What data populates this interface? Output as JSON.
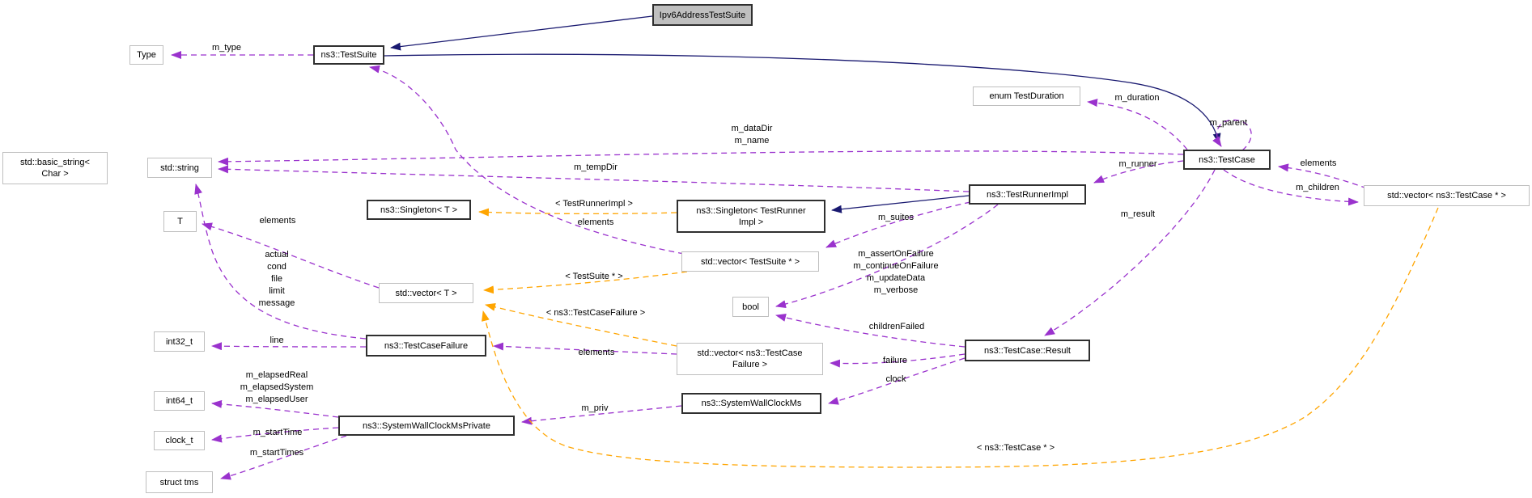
{
  "diagram": {
    "kind": "doxygen-collaboration-graph",
    "colors": {
      "usage_edge": "#9a32cd",
      "template_edge": "#ffa500",
      "inheritance_edge": "#191970",
      "plain_node_border": "#bfbfbf",
      "emphasized_node_border": "#2f2f2f",
      "selected_node_fill": "#bfbfbf",
      "background": "#ffffff",
      "text": "#000000"
    },
    "nodes": [
      {
        "id": "ipv6-address-test-suite",
        "label": "Ipv6AddressTestSuite"
      },
      {
        "id": "type",
        "label": "Type"
      },
      {
        "id": "test-suite",
        "label": "ns3::TestSuite"
      },
      {
        "id": "basic-string",
        "label": "std::basic_string<\nChar >"
      },
      {
        "id": "std-string",
        "label": "std::string"
      },
      {
        "id": "enum-test-duration",
        "label": "enum TestDuration"
      },
      {
        "id": "test-case",
        "label": "ns3::TestCase"
      },
      {
        "id": "vector-test-case-ptr",
        "label": "std::vector< ns3::TestCase * >"
      },
      {
        "id": "t",
        "label": "T"
      },
      {
        "id": "singleton-t",
        "label": "ns3::Singleton< T >"
      },
      {
        "id": "singleton-test-runner-impl",
        "label": "ns3::Singleton< TestRunner\nImpl >"
      },
      {
        "id": "test-runner-impl",
        "label": "ns3::TestRunnerImpl"
      },
      {
        "id": "vector-test-suite-ptr",
        "label": "std::vector< TestSuite * >"
      },
      {
        "id": "vector-t",
        "label": "std::vector< T >"
      },
      {
        "id": "bool",
        "label": "bool"
      },
      {
        "id": "int32-t",
        "label": "int32_t"
      },
      {
        "id": "test-case-failure",
        "label": "ns3::TestCaseFailure"
      },
      {
        "id": "vector-test-case-failure",
        "label": "std::vector< ns3::TestCase\nFailure >"
      },
      {
        "id": "test-case-result",
        "label": "ns3::TestCase::Result"
      },
      {
        "id": "int64-t",
        "label": "int64_t"
      },
      {
        "id": "system-wall-clock-ms-private",
        "label": "ns3::SystemWallClockMsPrivate"
      },
      {
        "id": "system-wall-clock-ms",
        "label": "ns3::SystemWallClockMs"
      },
      {
        "id": "clock-t",
        "label": "clock_t"
      },
      {
        "id": "struct-tms",
        "label": "struct tms"
      }
    ],
    "edge_labels": [
      {
        "id": "m-type",
        "text": "m_type"
      },
      {
        "id": "m-datadir-m-name",
        "text": "m_dataDir\nm_name"
      },
      {
        "id": "m-tempdir",
        "text": "m_tempDir"
      },
      {
        "id": "tpl-test-runner-impl",
        "text": "< TestRunnerImpl >"
      },
      {
        "id": "elements-suites",
        "text": "elements"
      },
      {
        "id": "m-duration",
        "text": "m_duration"
      },
      {
        "id": "m-parent",
        "text": "m_parent"
      },
      {
        "id": "elements-cases",
        "text": "elements"
      },
      {
        "id": "m-children",
        "text": "m_children"
      },
      {
        "id": "m-runner",
        "text": "m_runner"
      },
      {
        "id": "m-suites",
        "text": "m_suites"
      },
      {
        "id": "m-result",
        "text": "m_result"
      },
      {
        "id": "runner-flags",
        "text": "m_assertOnFailure\nm_continueOnFailure\nm_updateData\nm_verbose"
      },
      {
        "id": "tpl-test-suite-ptr",
        "text": "< TestSuite * >"
      },
      {
        "id": "tpl-test-case-failure",
        "text": "< ns3::TestCaseFailure >"
      },
      {
        "id": "children-failed",
        "text": "childrenFailed"
      },
      {
        "id": "elements-failures",
        "text": "elements"
      },
      {
        "id": "failure",
        "text": "failure"
      },
      {
        "id": "clock",
        "text": "clock"
      },
      {
        "id": "m-priv",
        "text": "m_priv"
      },
      {
        "id": "failure-fields",
        "text": "actual\ncond\nfile\nlimit\nmessage"
      },
      {
        "id": "line",
        "text": "line"
      },
      {
        "id": "elapsed-fields",
        "text": "m_elapsedReal\nm_elapsedSystem\nm_elapsedUser"
      },
      {
        "id": "m-starttime",
        "text": "m_startTime"
      },
      {
        "id": "m-starttimes",
        "text": "m_startTimes"
      },
      {
        "id": "tpl-test-case-ptr",
        "text": "< ns3::TestCase * >"
      },
      {
        "id": "elements-t",
        "text": "elements"
      }
    ]
  }
}
